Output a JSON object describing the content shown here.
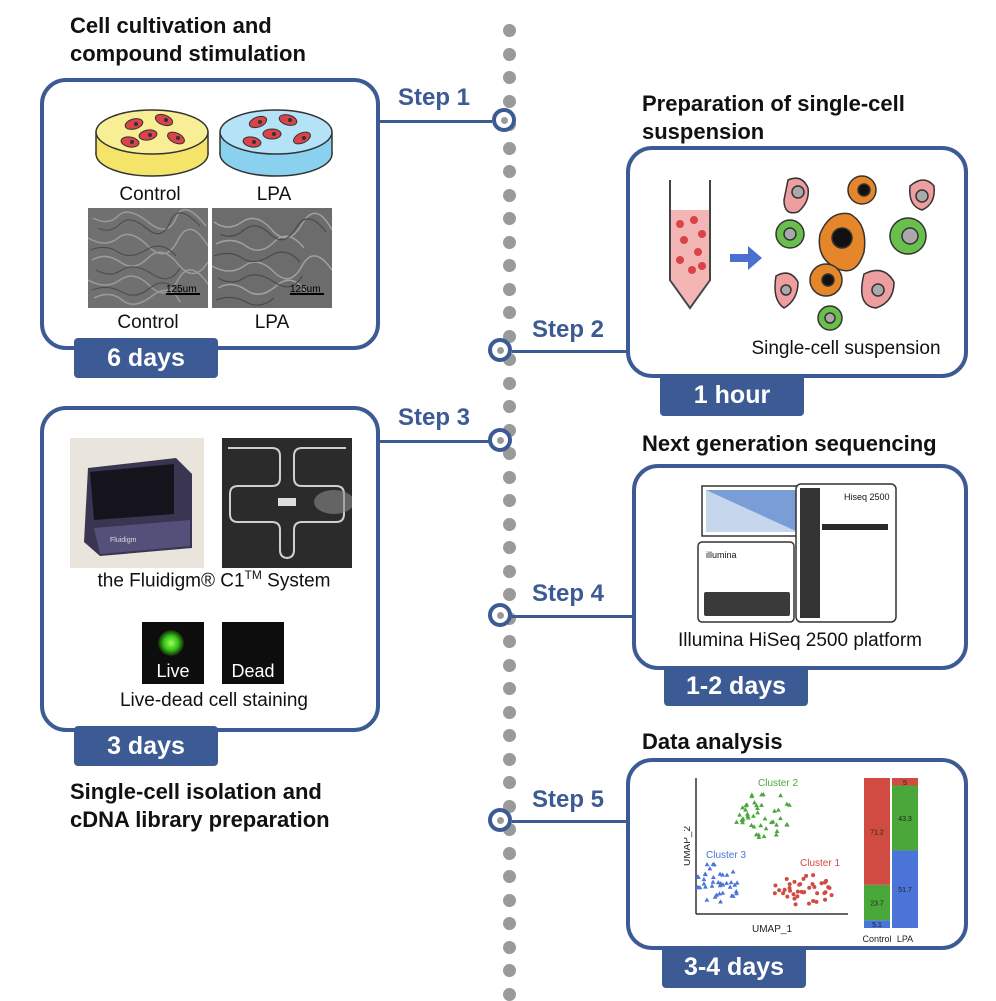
{
  "timeline": {
    "steps": [
      {
        "label": "Step 1"
      },
      {
        "label": "Step 2"
      },
      {
        "label": "Step 3"
      },
      {
        "label": "Step 4"
      },
      {
        "label": "Step 5"
      }
    ]
  },
  "panel1": {
    "heading_line1": "Cell cultivation and",
    "heading_line2": "compound stimulation",
    "dish_labels": [
      "Control",
      "LPA"
    ],
    "micro_labels": [
      "Control",
      "LPA"
    ],
    "scale_bar": "125um",
    "duration": "6 days"
  },
  "panel2": {
    "heading_line1": "Preparation of single-cell",
    "heading_line2": "suspension",
    "caption": "Single-cell suspension",
    "duration": "1 hour"
  },
  "panel3": {
    "system_caption_pre": "the Fluidigm® C1",
    "system_caption_sup": "TM",
    "system_caption_post": " System",
    "live_label": "Live",
    "dead_label": "Dead",
    "staining_caption": "Live-dead cell staining",
    "device_brand": "Fluidigm",
    "duration": "3 days",
    "heading_line1": "Single-cell isolation and",
    "heading_line2": "cDNA library preparation"
  },
  "panel4": {
    "heading": "Next generation sequencing",
    "machine_model": "Hiseq 2500",
    "machine_brand": "illumina",
    "caption": "Illumina HiSeq 2500 platform",
    "duration": "1-2 days"
  },
  "panel5": {
    "heading": "Data analysis",
    "duration": "3-4 days",
    "colors": {
      "cluster1": "#d24b43",
      "cluster2": "#4aa83a",
      "cluster3": "#4a74d8"
    }
  },
  "chart_data": [
    {
      "type": "scatter",
      "xlabel": "UMAP_1",
      "ylabel": "UMAP_2",
      "clusters": [
        {
          "name": "Cluster 1",
          "color": "#d24b43",
          "marker": "circle"
        },
        {
          "name": "Cluster 2",
          "color": "#4aa83a",
          "marker": "triangle"
        },
        {
          "name": "Cluster 3",
          "color": "#4a74d8",
          "marker": "triangle"
        }
      ]
    },
    {
      "type": "bar",
      "stacked": true,
      "categories": [
        "Control",
        "LPA"
      ],
      "series": [
        {
          "color": "#4a74d8",
          "values": [
            5.1,
            51.7
          ]
        },
        {
          "color": "#4aa83a",
          "values": [
            23.7,
            43.3
          ]
        },
        {
          "color": "#d24b43",
          "values": [
            71.2,
            5
          ]
        }
      ]
    }
  ]
}
